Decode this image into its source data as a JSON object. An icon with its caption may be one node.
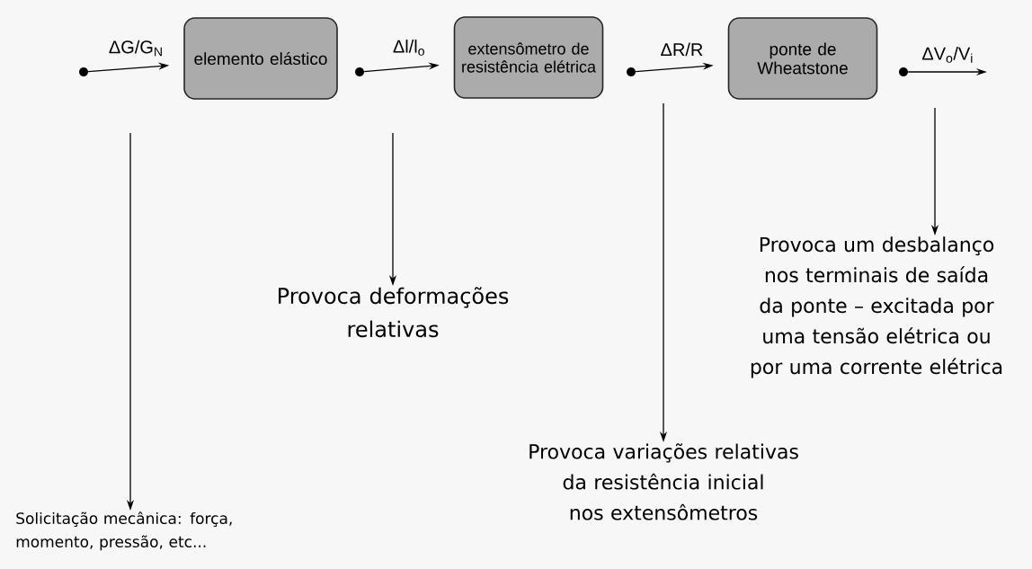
{
  "diagram": {
    "nodes": [
      {
        "text": [],
        "shape": "circle"
      },
      {
        "text": [
          "elemento elástico"
        ]
      },
      {
        "text": [],
        "shape": "circle"
      },
      {
        "text": [
          "extensômetro de resistência elétrica"
        ]
      },
      {
        "text": [],
        "shape": "circle"
      },
      {
        "text": [
          "ponte de Wheatstone"
        ]
      },
      {
        "text": [],
        "shape": "circle"
      },
      {
        "text": [
          "Provoca um desbalanço nos terminais de saída da ponte – excitada por uma tensão elétrica ou por uma corrente elétrica"
        ]
      },
      {
        "text": [
          "Provoca deformações relativas"
        ]
      },
      {
        "text": [
          "Provoca variações relativas da resistência inicial nos extensômetros"
        ]
      },
      {
        "text": [
          "Solicitação mecânica: força, momento, pressão, etc..."
        ]
      }
    ],
    "edges": [
      {
        "from": 0,
        "to": 1,
        "arrow": "to",
        "label": "ΔG/G$_{N}$"
      },
      {
        "from": 2,
        "to": 3,
        "arrow": "to",
        "label": "Δl/l$_{o}$"
      },
      {
        "from": 4,
        "to": 5,
        "arrow": "to",
        "label": "ΔR/R"
      },
      {
        "from": 6,
        "to": null,
        "arrow": "to",
        "label": "ΔV$_{o}$/V$_{i}$"
      },
      {
        "from": null,
        "to": 10,
        "arrow": "to"
      },
      {
        "from": null,
        "to": 8,
        "arrow": "to"
      },
      {
        "from": null,
        "to": 9,
        "arrow": "to"
      },
      {
        "from": null,
        "to": 7,
        "arrow": "to"
      }
    ]
  }
}
